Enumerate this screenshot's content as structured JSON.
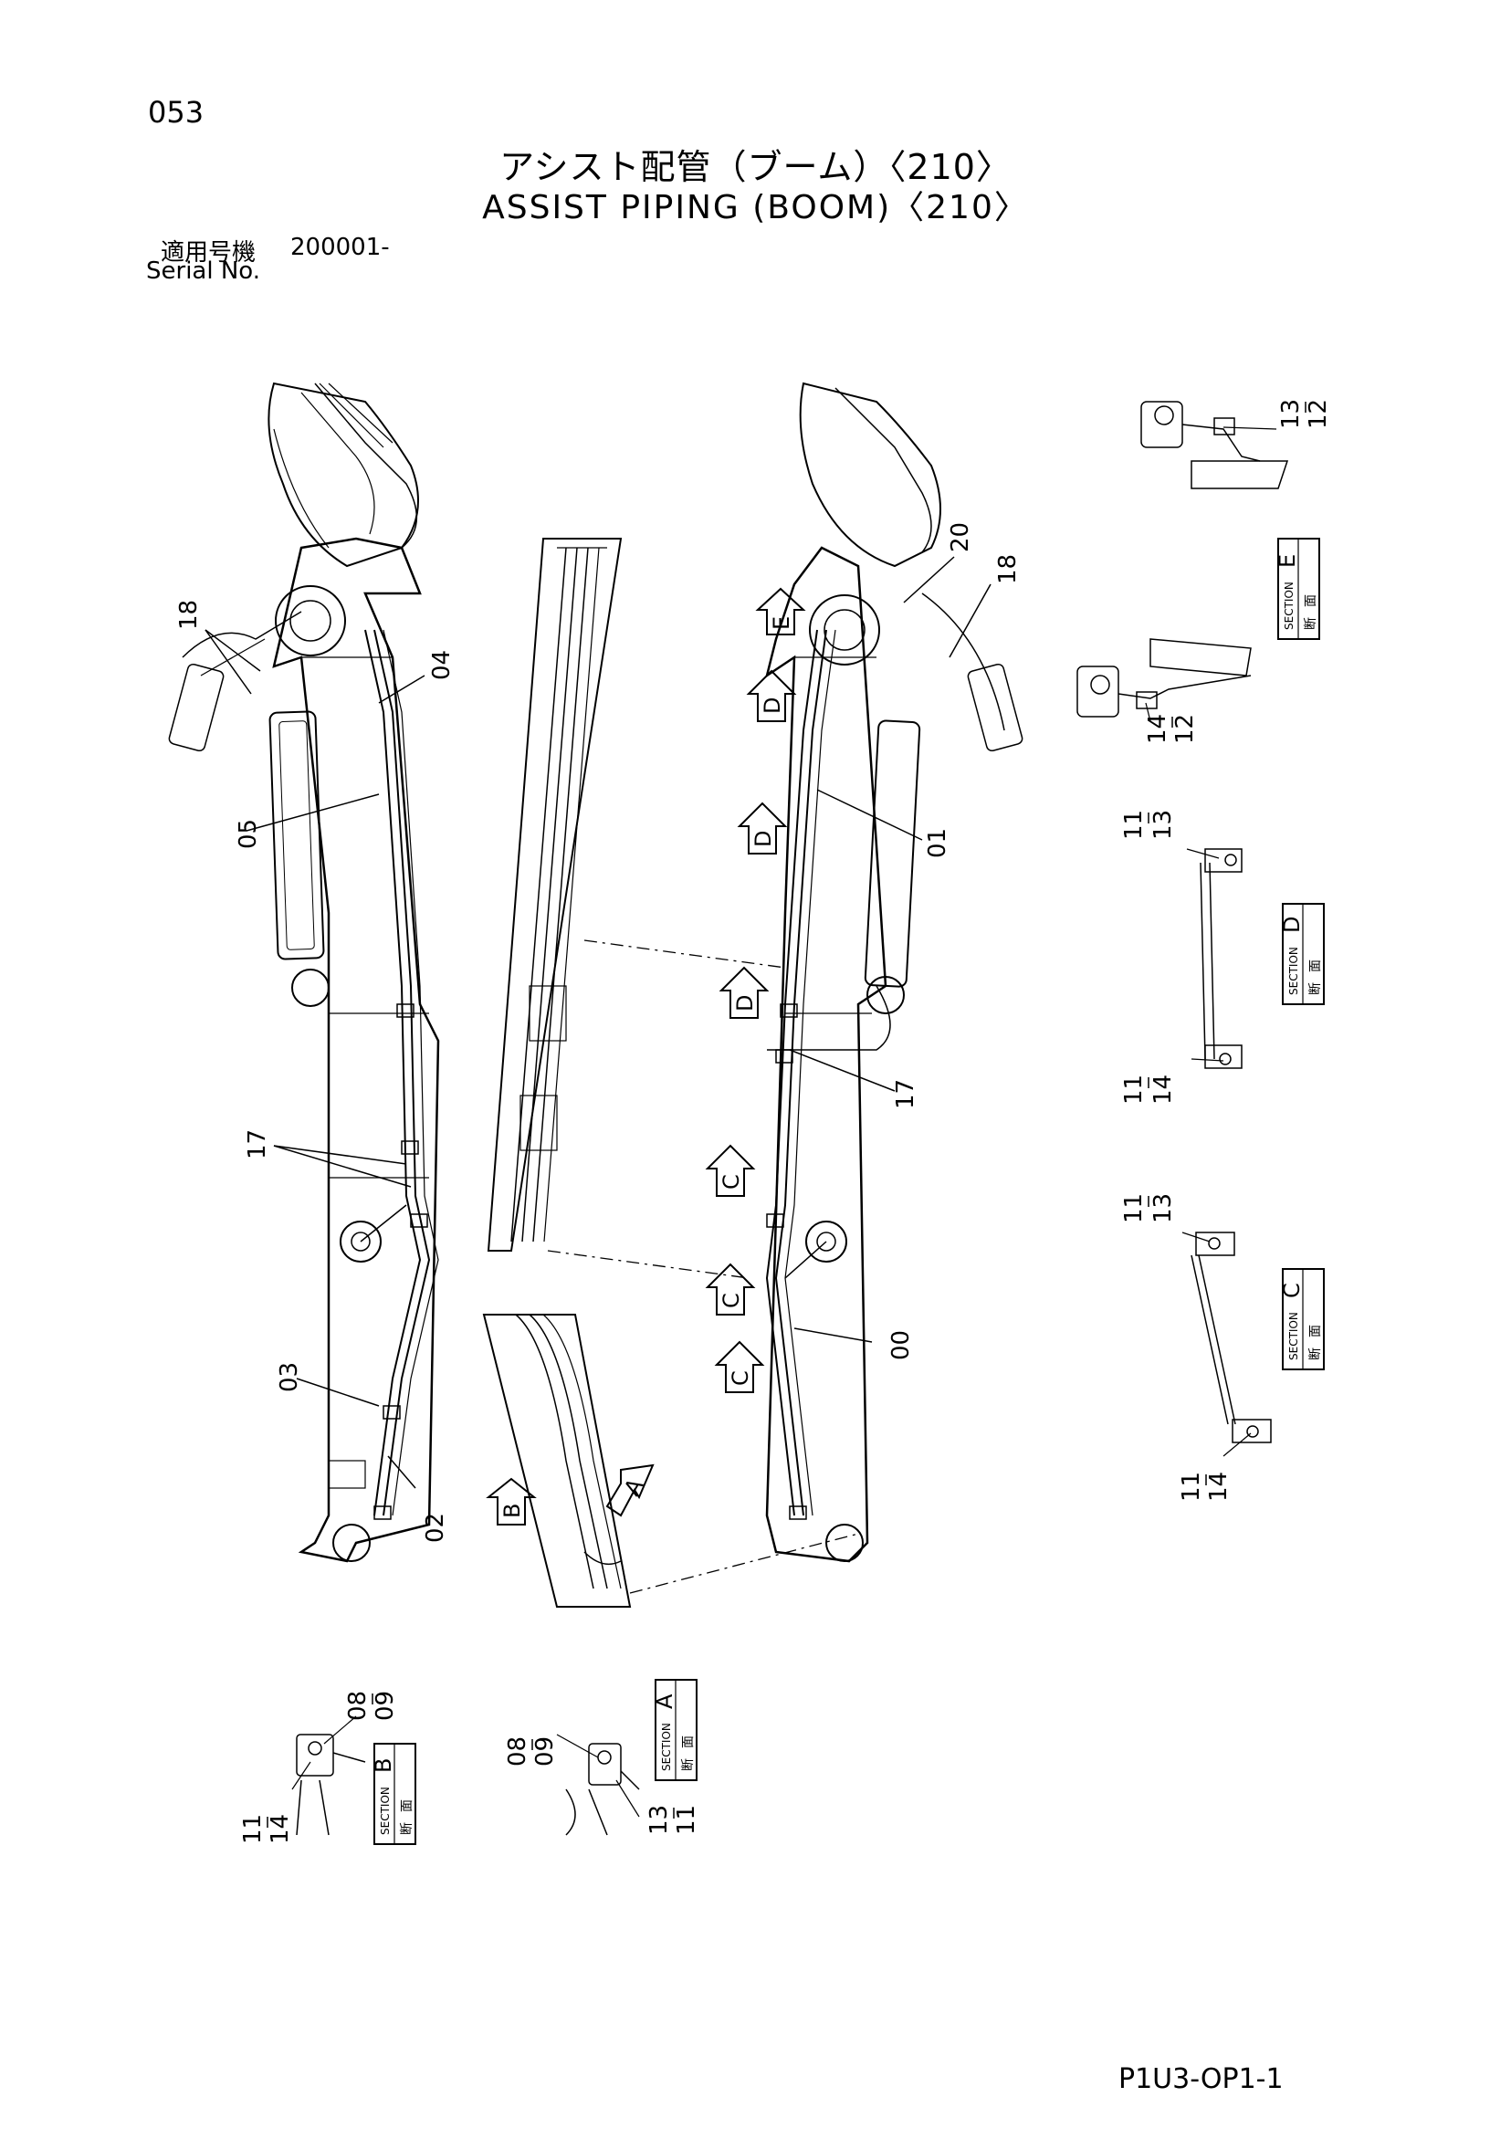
{
  "header": {
    "page_number": "053",
    "title_jp": "アシスト配管（ブーム）〈210〉",
    "title_en": "ASSIST PIPING (BOOM)〈210〉",
    "serial_label_jp": "適用号機",
    "serial_value": "200001-",
    "serial_label_en": "Serial No."
  },
  "footer": {
    "doc_id": "P1U3-OP1-1"
  },
  "part_labels": {
    "p00": "00",
    "p01": "01",
    "p02": "02",
    "p03": "03",
    "p04": "04",
    "p05": "05",
    "p17a": "17",
    "p17b": "17",
    "p18a": "18",
    "p18b": "18",
    "p20": "20",
    "e_13": "13",
    "e_12": "12",
    "e_14": "14",
    "e_12b": "12",
    "d_11a": "11",
    "d_13": "13",
    "d_11b": "11",
    "d_14": "14",
    "c_11a": "11",
    "c_13": "13",
    "c_11b": "11",
    "c_14": "14",
    "b_08": "08",
    "b_09": "09",
    "b_11": "11",
    "b_14": "14",
    "a_08": "08",
    "a_09": "09",
    "a_13": "13",
    "a_11": "11"
  },
  "section_boxes": {
    "word": "SECTION",
    "jp_1": "断",
    "jp_2": "面",
    "E": "E",
    "D": "D",
    "C": "C",
    "B": "B",
    "A": "A"
  },
  "view_arrows": {
    "E": "E",
    "D1": "D",
    "D2": "D",
    "D3": "D",
    "C1": "C",
    "C2": "C",
    "C3": "C",
    "A": "A",
    "B": "B"
  }
}
